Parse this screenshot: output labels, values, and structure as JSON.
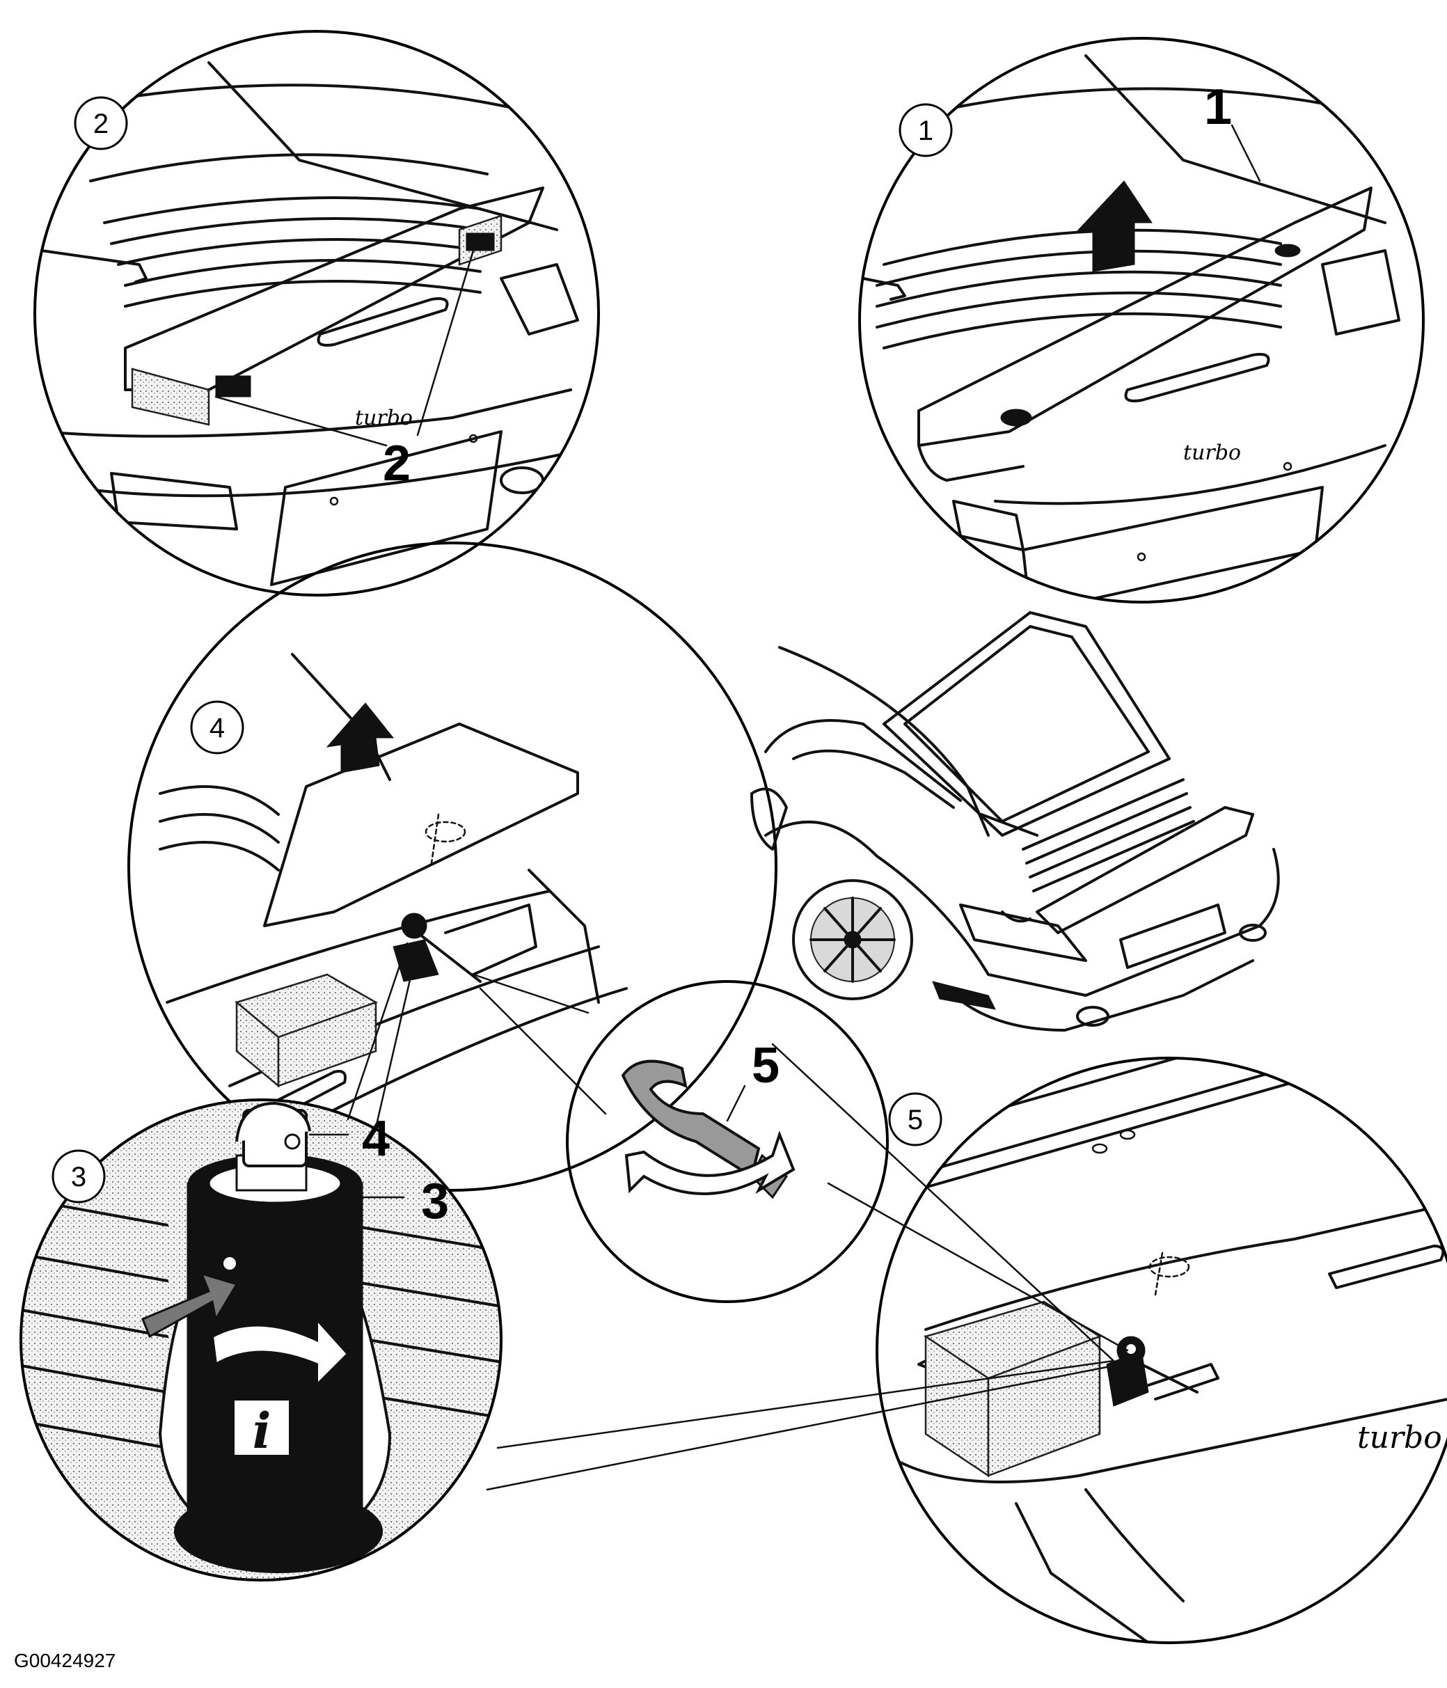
{
  "figure": {
    "reference_code": "G00424927",
    "panels": [
      {
        "id": "panel-1",
        "callout": "1",
        "label": "1"
      },
      {
        "id": "panel-2",
        "callout": "2",
        "label": "2"
      },
      {
        "id": "panel-3",
        "callout": "3",
        "labels": [
          "4",
          "3"
        ]
      },
      {
        "id": "panel-4",
        "callout": "4"
      },
      {
        "id": "panel-5",
        "callout": "5"
      },
      {
        "id": "panel-tool",
        "label": "5"
      }
    ],
    "icons": [
      "up-arrow-icon",
      "rotate-arrow-icon",
      "push-arrow-icon",
      "info-icon",
      "hook-wrench-icon",
      "lock-cylinder-icon"
    ],
    "colors": {
      "ink": "#111111",
      "background": "#ffffff",
      "highlight": "#999999"
    }
  }
}
